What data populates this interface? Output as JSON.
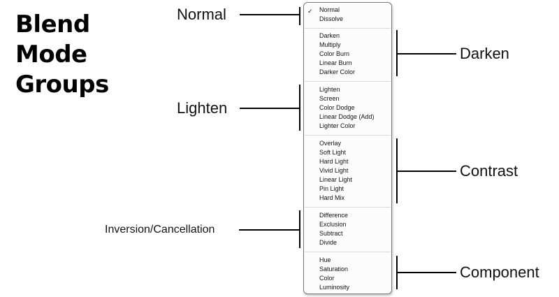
{
  "title_lines": [
    "Blend",
    "Mode",
    "Groups"
  ],
  "menu": {
    "checked_item": "Normal",
    "groups": [
      {
        "items": [
          "Normal",
          "Dissolve"
        ]
      },
      {
        "items": [
          "Darken",
          "Multiply",
          "Color Burn",
          "Linear Burn",
          "Darker Color"
        ]
      },
      {
        "items": [
          "Lighten",
          "Screen",
          "Color Dodge",
          "Linear Dodge (Add)",
          "Lighter Color"
        ]
      },
      {
        "items": [
          "Overlay",
          "Soft Light",
          "Hard Light",
          "Vivid Light",
          "Linear Light",
          "Pin Light",
          "Hard Mix"
        ]
      },
      {
        "items": [
          "Difference",
          "Exclusion",
          "Subtract",
          "Divide"
        ]
      },
      {
        "items": [
          "Hue",
          "Saturation",
          "Color",
          "Luminosity"
        ]
      }
    ]
  },
  "labels": {
    "normal": "Normal",
    "darken": "Darken",
    "lighten": "Lighten",
    "contrast": "Contrast",
    "inversion": "Inversion/Cancellation",
    "component": "Component"
  }
}
